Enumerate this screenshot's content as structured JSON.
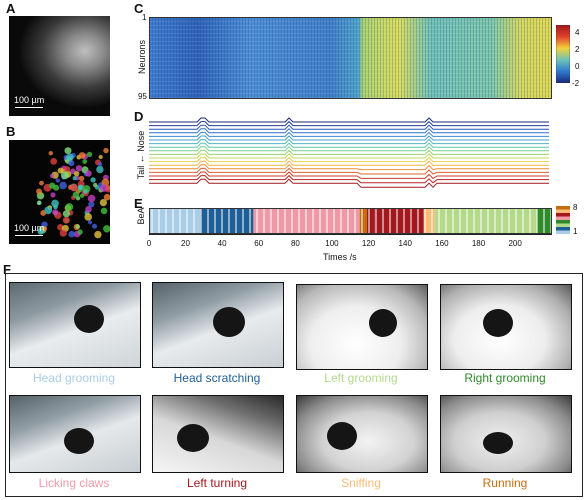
{
  "panels": {
    "a": "A",
    "b": "B",
    "c": "C",
    "d": "D",
    "e": "E",
    "f": "F"
  },
  "scale_label": "100 µm",
  "heatmap": {
    "ylabel": "Neurons",
    "ytick_top": "1",
    "ytick_bottom": "95",
    "colorbar_ticks": [
      "4",
      "2",
      "0",
      "-2"
    ],
    "colors": [
      "#2e3a9a",
      "#2a7bd6",
      "#5bc6c4",
      "#e9e04a",
      "#d8302a"
    ]
  },
  "traces": {
    "ylabel": "Tail ← Nose"
  },
  "behavior": {
    "ylabel": "BeA",
    "colorbar_ticks": [
      "8",
      "1"
    ]
  },
  "chart_data": {
    "type": "bar",
    "title": "",
    "xlabel": "Times /s",
    "xlim": [
      0,
      220
    ],
    "xticks": [
      "0",
      "20",
      "40",
      "60",
      "80",
      "100",
      "120",
      "140",
      "160",
      "180",
      "200"
    ],
    "segments": [
      {
        "start": 0,
        "end": 28,
        "behavior": 1
      },
      {
        "start": 28,
        "end": 57,
        "behavior": 2
      },
      {
        "start": 57,
        "end": 115,
        "behavior": 5
      },
      {
        "start": 115,
        "end": 119,
        "behavior": 8
      },
      {
        "start": 119,
        "end": 123,
        "behavior": 6
      },
      {
        "start": 123,
        "end": 150,
        "behavior": 6
      },
      {
        "start": 150,
        "end": 156,
        "behavior": 7
      },
      {
        "start": 156,
        "end": 212,
        "behavior": 3
      },
      {
        "start": 212,
        "end": 220,
        "behavior": 4
      }
    ]
  },
  "behaviors": [
    {
      "label": "Head grooming",
      "color": "#a9cde6"
    },
    {
      "label": "Head scratching",
      "color": "#1f5f97"
    },
    {
      "label": "Left grooming",
      "color": "#b4d98b"
    },
    {
      "label": "Right grooming",
      "color": "#2f8a2a"
    },
    {
      "label": "Licking claws",
      "color": "#ee9aa6"
    },
    {
      "label": "Left turning",
      "color": "#a3181f"
    },
    {
      "label": "Sniffing",
      "color": "#f7bd78"
    },
    {
      "label": "Running",
      "color": "#c46d10"
    }
  ]
}
